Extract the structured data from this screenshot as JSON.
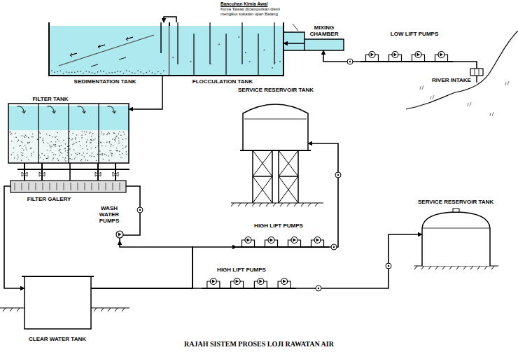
{
  "diagram": {
    "caption": "RAJAH SISTEM PROSES LOJI RAWATAN AIR",
    "nodes": [
      {
        "text": [
          "SEDIMENTATION TANK"
        ]
      },
      {
        "text": [
          "FLOCCULATION TANK"
        ]
      },
      {
        "text": [
          "MIXING CHAMBER"
        ]
      },
      {
        "text": [
          "LOW LIFT PUMPS"
        ]
      },
      {
        "text": [
          "RIVER INTAKE"
        ]
      },
      {
        "text": [
          "FILTER TANK"
        ]
      },
      {
        "text": [
          "SERVICE RESERVOIR TANK"
        ]
      },
      {
        "text": [
          "FILTER GALERY"
        ]
      },
      {
        "text": [
          "WASH WATER PUMPS"
        ]
      },
      {
        "text": [
          "HIGH LIFT PUMPS"
        ]
      },
      {
        "text": [
          "SERVICE RESERVOIR TANK"
        ]
      },
      {
        "text": [
          "HIGH LIFT PUMPS"
        ]
      },
      {
        "text": [
          "CLEAR WATER TANK"
        ]
      }
    ],
    "edges": [
      {
        "from": 4,
        "to": 3,
        "arrow": "none"
      },
      {
        "from": 3,
        "to": 2,
        "arrow": "to"
      },
      {
        "from": 2,
        "to": 1,
        "arrow": "to"
      },
      {
        "from": 1,
        "to": 0,
        "arrow": "to"
      },
      {
        "from": 0,
        "to": 5,
        "arrow": "to"
      },
      {
        "from": 5,
        "to": 7,
        "arrow": "none"
      },
      {
        "from": 7,
        "to": 12,
        "arrow": "to"
      },
      {
        "from": 12,
        "to": 11,
        "arrow": "none"
      },
      {
        "from": 12,
        "to": 9,
        "arrow": "to"
      },
      {
        "from": 12,
        "to": 8,
        "arrow": "to"
      },
      {
        "from": 8,
        "to": 7,
        "arrow": "none"
      },
      {
        "from": 9,
        "to": 6,
        "arrow": "to"
      },
      {
        "from": 11,
        "to": 10,
        "arrow": "to"
      }
    ],
    "labels": [
      "Bancuhan Kimia Awal",
      "Kimia Tawas dicampurkan disini mengikut sukatan ujian Balang"
    ]
  }
}
